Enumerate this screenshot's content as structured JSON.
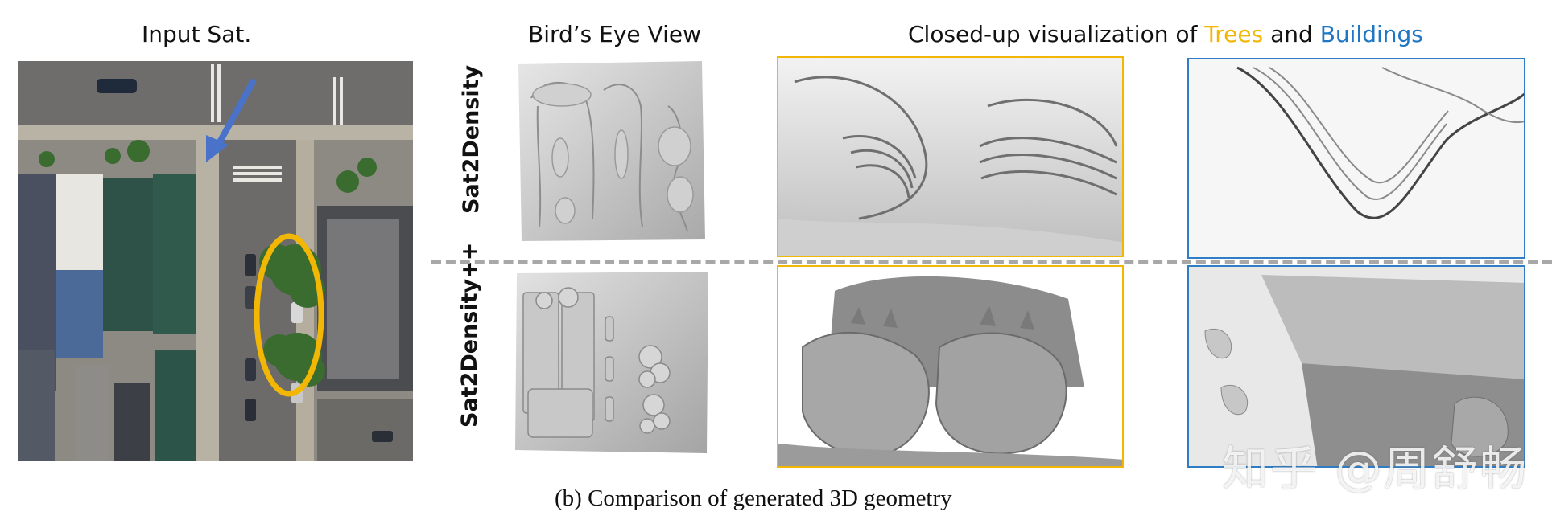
{
  "headers": {
    "input": "Input Sat.",
    "bev": "Bird’s Eye View",
    "closeup_prefix": "Closed-up visualization of ",
    "closeup_trees": "Trees",
    "closeup_and": " and ",
    "closeup_buildings": "Buildings"
  },
  "rows": [
    {
      "label": "Sat2Density"
    },
    {
      "label": "Sat2Density++"
    }
  ],
  "caption": "(b) Comparison of generated 3D geometry",
  "watermark": "知乎 @周舒畅",
  "colors": {
    "trees": "#f2b705",
    "buildings": "#1f77c4",
    "arrow": "#4a72c9",
    "ellipse": "#f2b705",
    "dashed_line": "#a8a8a8"
  }
}
